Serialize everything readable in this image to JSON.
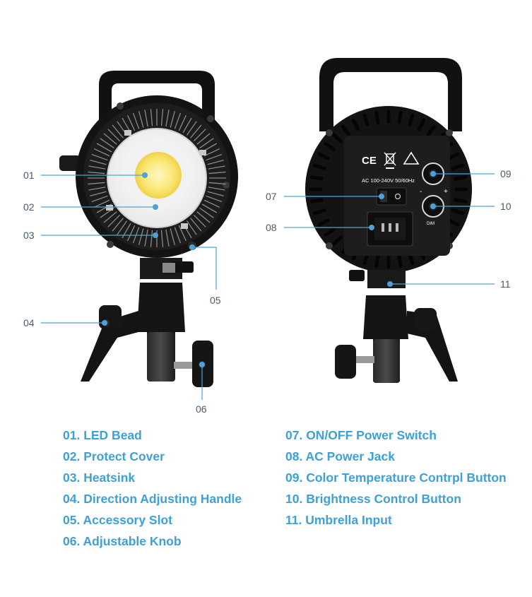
{
  "callouts": {
    "c01": "01",
    "c02": "02",
    "c03": "03",
    "c04": "04",
    "c05": "05",
    "c06": "06",
    "c07": "07",
    "c08": "08",
    "c09": "09",
    "c10": "10",
    "c11": "11"
  },
  "legend": {
    "left": [
      "01. LED Bead",
      "02. Protect Cover",
      "03. Heatsink",
      "04. Direction Adjusting Handle",
      "05. Accessory Slot",
      "06. Adjustable Knob"
    ],
    "right": [
      "07. ON/OFF Power Switch",
      "08. AC Power Jack",
      "09. Color Temperature Contrpl Button",
      "10. Brightness Control Button",
      "11. Umbrella Input"
    ]
  },
  "panel_markings": {
    "voltage": "AC 100-240V 50/60Hz",
    "ce": "CE",
    "minus": "-",
    "plus": "+",
    "dim": "DIM"
  },
  "colors": {
    "accent": "#3da0d8",
    "body": "#151515",
    "led": "#fbe97a"
  }
}
